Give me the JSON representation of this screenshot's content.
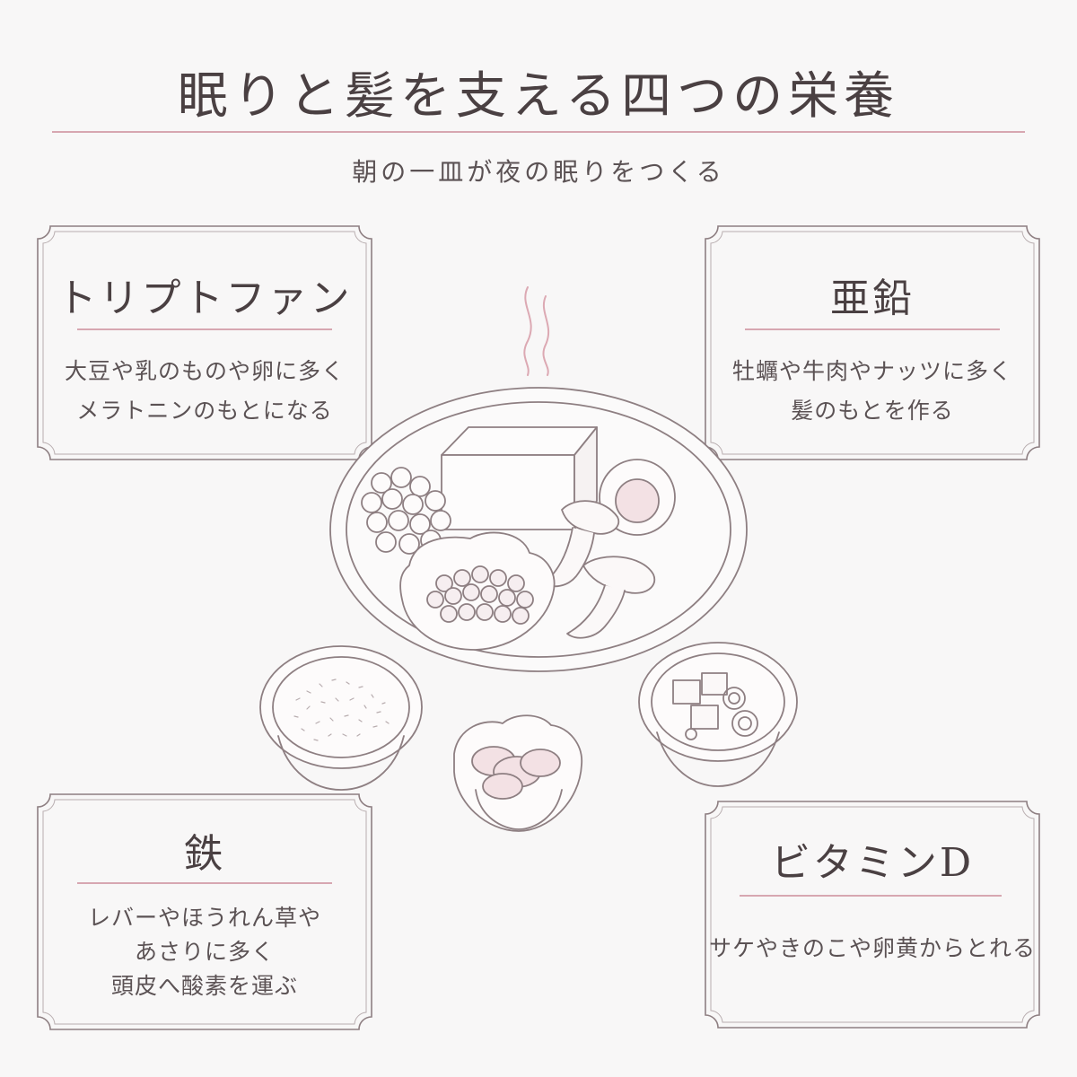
{
  "header": {
    "title": "眠りと髪を支える四つの栄養",
    "subtitle": "朝の一皿が夜の眠りをつくる"
  },
  "colors": {
    "accent_rule": "#d7a7b1",
    "frame": "#8e7f82",
    "text": "#4a4042",
    "steam": "#dca9b3"
  },
  "cards": {
    "tryptophan": {
      "heading": "トリプトファン",
      "lines": [
        "大豆や乳のものや卵に多く",
        "メラトニンのもとになる"
      ]
    },
    "zinc": {
      "heading": "亜鉛",
      "lines": [
        "牡蠣や牛肉やナッツに多く",
        "髪のもとを作る"
      ]
    },
    "iron": {
      "heading": "鉄",
      "lines": [
        "レバーやほうれん草や",
        "あさりに多く",
        "頭皮へ酸素を運ぶ"
      ]
    },
    "vitamin_d": {
      "heading": "ビタミンD",
      "lines": [
        "サケやきのこや卵黄からとれる"
      ]
    }
  }
}
